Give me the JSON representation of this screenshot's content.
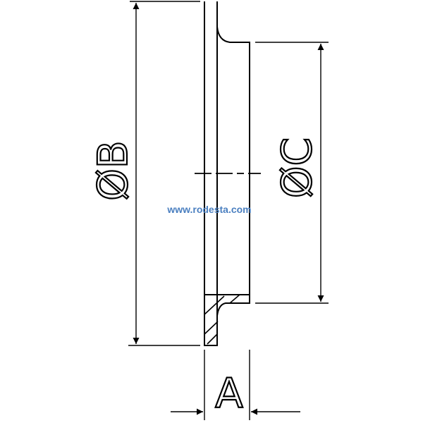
{
  "drawing": {
    "dimension_labels": {
      "outer_diameter": "ØB",
      "inner_diameter": "ØC",
      "thickness": "A"
    },
    "watermark": "www.rodesta.com",
    "colors": {
      "line": "#000000",
      "watermark": "#4a7fc0",
      "background": "#ffffff"
    }
  }
}
